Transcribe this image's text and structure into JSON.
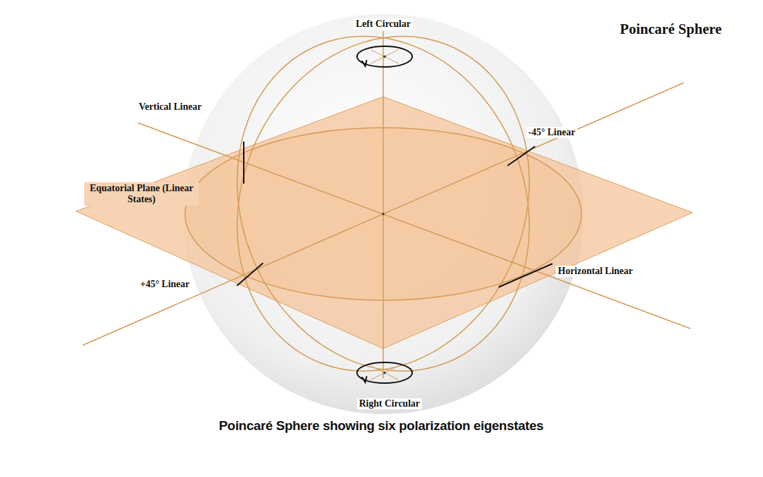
{
  "diagram": {
    "title": "Poincaré Sphere",
    "caption": "Poincaré Sphere showing six polarization eigenstates",
    "labels": [
      "Left Circular",
      "Vertical Linear",
      "-45° Linear",
      "Equatorial Plane (Linear States)",
      "+45° Linear",
      "Horizontal Linear",
      "Right Circular"
    ]
  }
}
